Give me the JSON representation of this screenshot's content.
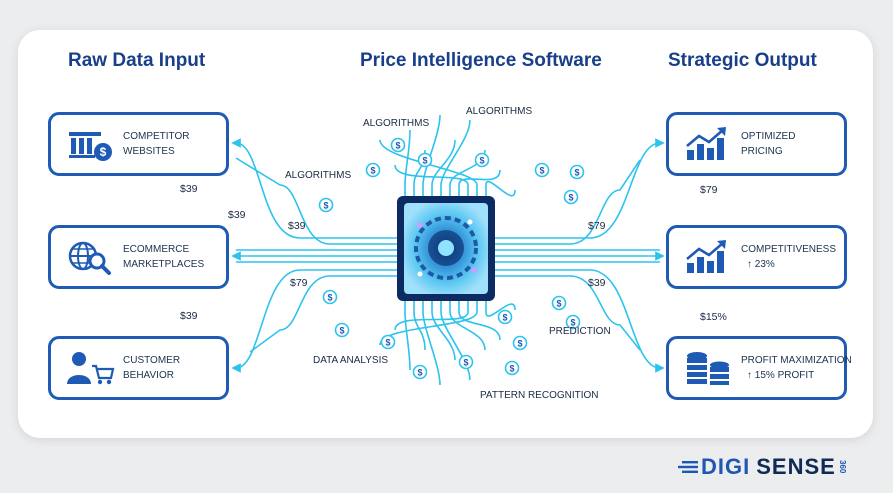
{
  "headings": {
    "left": "Raw Data Input",
    "middle": "Price Intelligence Software",
    "right": "Strategic Output"
  },
  "inputs": [
    {
      "icon": "storefront-dollar-icon",
      "line1": "COMPETITOR",
      "line2": "WEBSITES"
    },
    {
      "icon": "globe-search-icon",
      "line1": "ECOMMERCE",
      "line2": "MARKETPLACES"
    },
    {
      "icon": "customer-cart-icon",
      "line1": "CUSTOMER",
      "line2": "BEHAVIOR"
    }
  ],
  "outputs": [
    {
      "icon": "bar-chart-arrow-icon",
      "line1": "OPTIMIZED",
      "line2": "PRICING"
    },
    {
      "icon": "bar-chart-arrow-icon",
      "line1": "COMPETITIVENESS",
      "line2": "↑ 23%"
    },
    {
      "icon": "coin-stack-icon",
      "line1": "PROFIT MAXIMIZATION",
      "line2": "↑ 15% PROFIT"
    }
  ],
  "process_labels": {
    "algorithms_1": "ALGORITHMS",
    "algorithms_2": "ALGORITHMS",
    "algorithms_3": "ALGORITHMS",
    "prediction": "PREDICTION",
    "data_analysis": "DATA ANALYSIS",
    "pattern_recognition": "PATTERN RECOGNITION"
  },
  "prices": {
    "p1": "$39",
    "p2": "$39",
    "p3": "$39",
    "p4": "$79",
    "p5": "$39",
    "p6": "$79",
    "p7": "$79",
    "p8": "$39",
    "p9": "$15%"
  },
  "brand": {
    "word1": "DIGI",
    "word2": "SENSE",
    "suffix": "360"
  },
  "colors": {
    "navy": "#1a3f8a",
    "box_border": "#1f5bb5",
    "wire": "#2cc3ee",
    "chip_dark": "#0d2b63"
  }
}
